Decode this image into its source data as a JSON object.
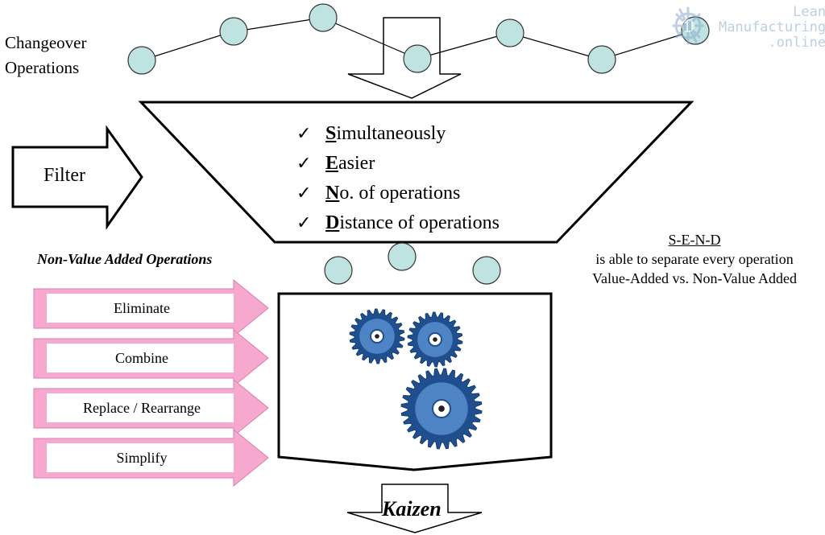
{
  "changeover_label": [
    "Changeover",
    "Operations"
  ],
  "filter_label": "Filter",
  "filter_criteria": [
    {
      "key": "S",
      "rest": "imultaneously"
    },
    {
      "key": "E",
      "rest": "asier"
    },
    {
      "key": "N",
      "rest": "o. of operations"
    },
    {
      "key": "D",
      "rest": "istance of operations"
    }
  ],
  "nva_title": "Non-Value Added Operations",
  "actions": [
    "Eliminate",
    "Combine",
    "Replace / Rearrange",
    "Simplify"
  ],
  "send": {
    "title": "S-E-N-D",
    "line1": "is able to separate every operation",
    "line2": "Value-Added vs. Non-Value Added"
  },
  "output_label": "Kaizen",
  "watermark": [
    "Lean",
    "Manufacturing",
    ".online"
  ],
  "colors": {
    "operation_circle": "#bfe3e1",
    "action_arrow": "#f7a8cf",
    "gear_dark": "#1f4f8f",
    "gear_light": "#4e83c4",
    "watermark": "#8aa9c9"
  }
}
